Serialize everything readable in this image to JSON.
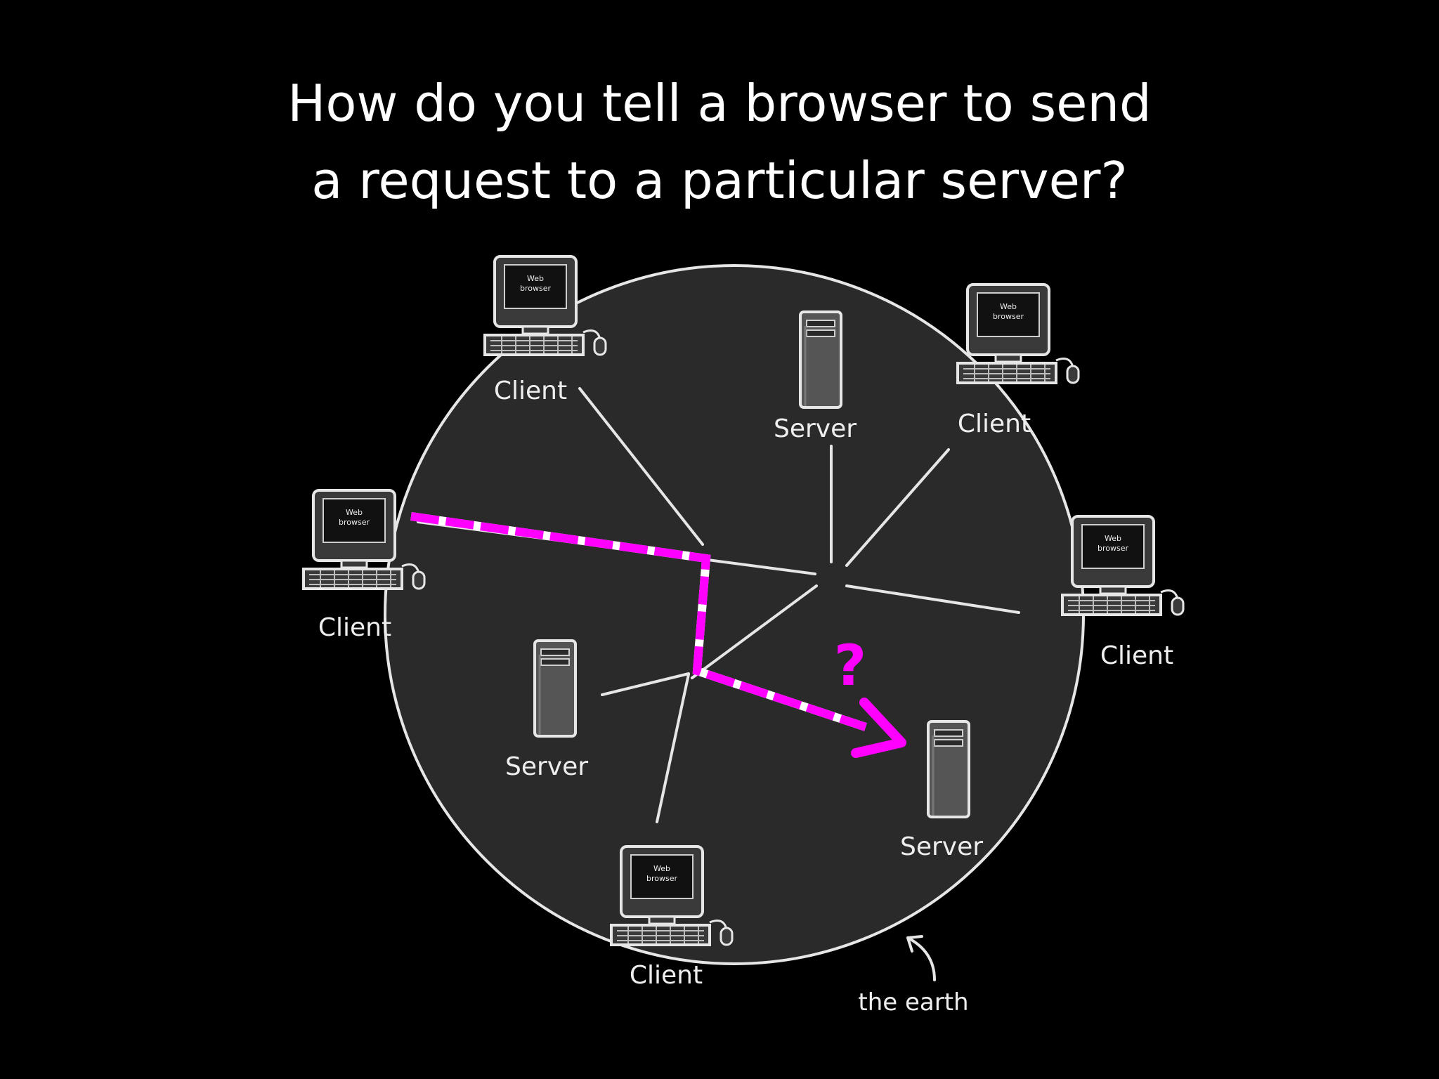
{
  "title": {
    "line1": "How do you tell a browser to send",
    "line2": "a request to a particular server?"
  },
  "diagram": {
    "screen_label_line1": "Web",
    "screen_label_line2": "browser",
    "clients": [
      {
        "label": "Client"
      },
      {
        "label": "Client"
      },
      {
        "label": "Client"
      },
      {
        "label": "Client"
      },
      {
        "label": "Client"
      }
    ],
    "servers": [
      {
        "label": "Server"
      },
      {
        "label": "Server"
      },
      {
        "label": "Server"
      }
    ],
    "earth_label": "the earth",
    "question_mark": "?",
    "colors": {
      "background": "#000000",
      "earth_fill": "#2b2a2a",
      "lines": "#e6e6e6",
      "highlight": "#ff00ff"
    }
  }
}
